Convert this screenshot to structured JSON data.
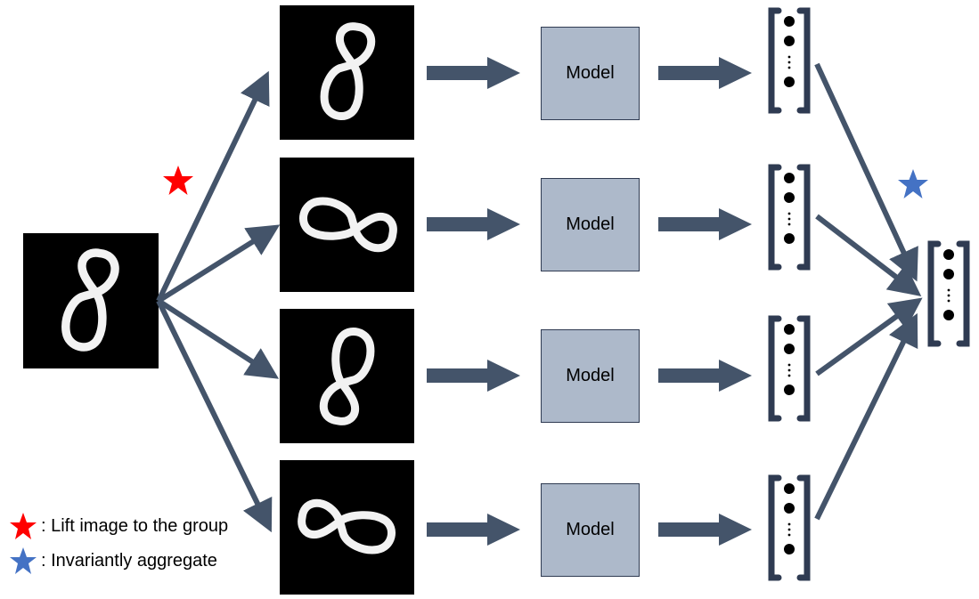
{
  "model_label": "Model",
  "digit": "8",
  "legend": {
    "lift": {
      "text": ": Lift image to the group",
      "star_color": "#ff0000",
      "icon": "star-icon"
    },
    "aggregate": {
      "text": ": Invariantly aggregate",
      "star_color": "#4472c4",
      "icon": "star-icon"
    }
  },
  "colors": {
    "arrow": "#44546a",
    "model_fill": "#adb9ca",
    "bracket": "#2f3b52"
  },
  "rotations_deg": [
    0,
    90,
    180,
    270
  ]
}
